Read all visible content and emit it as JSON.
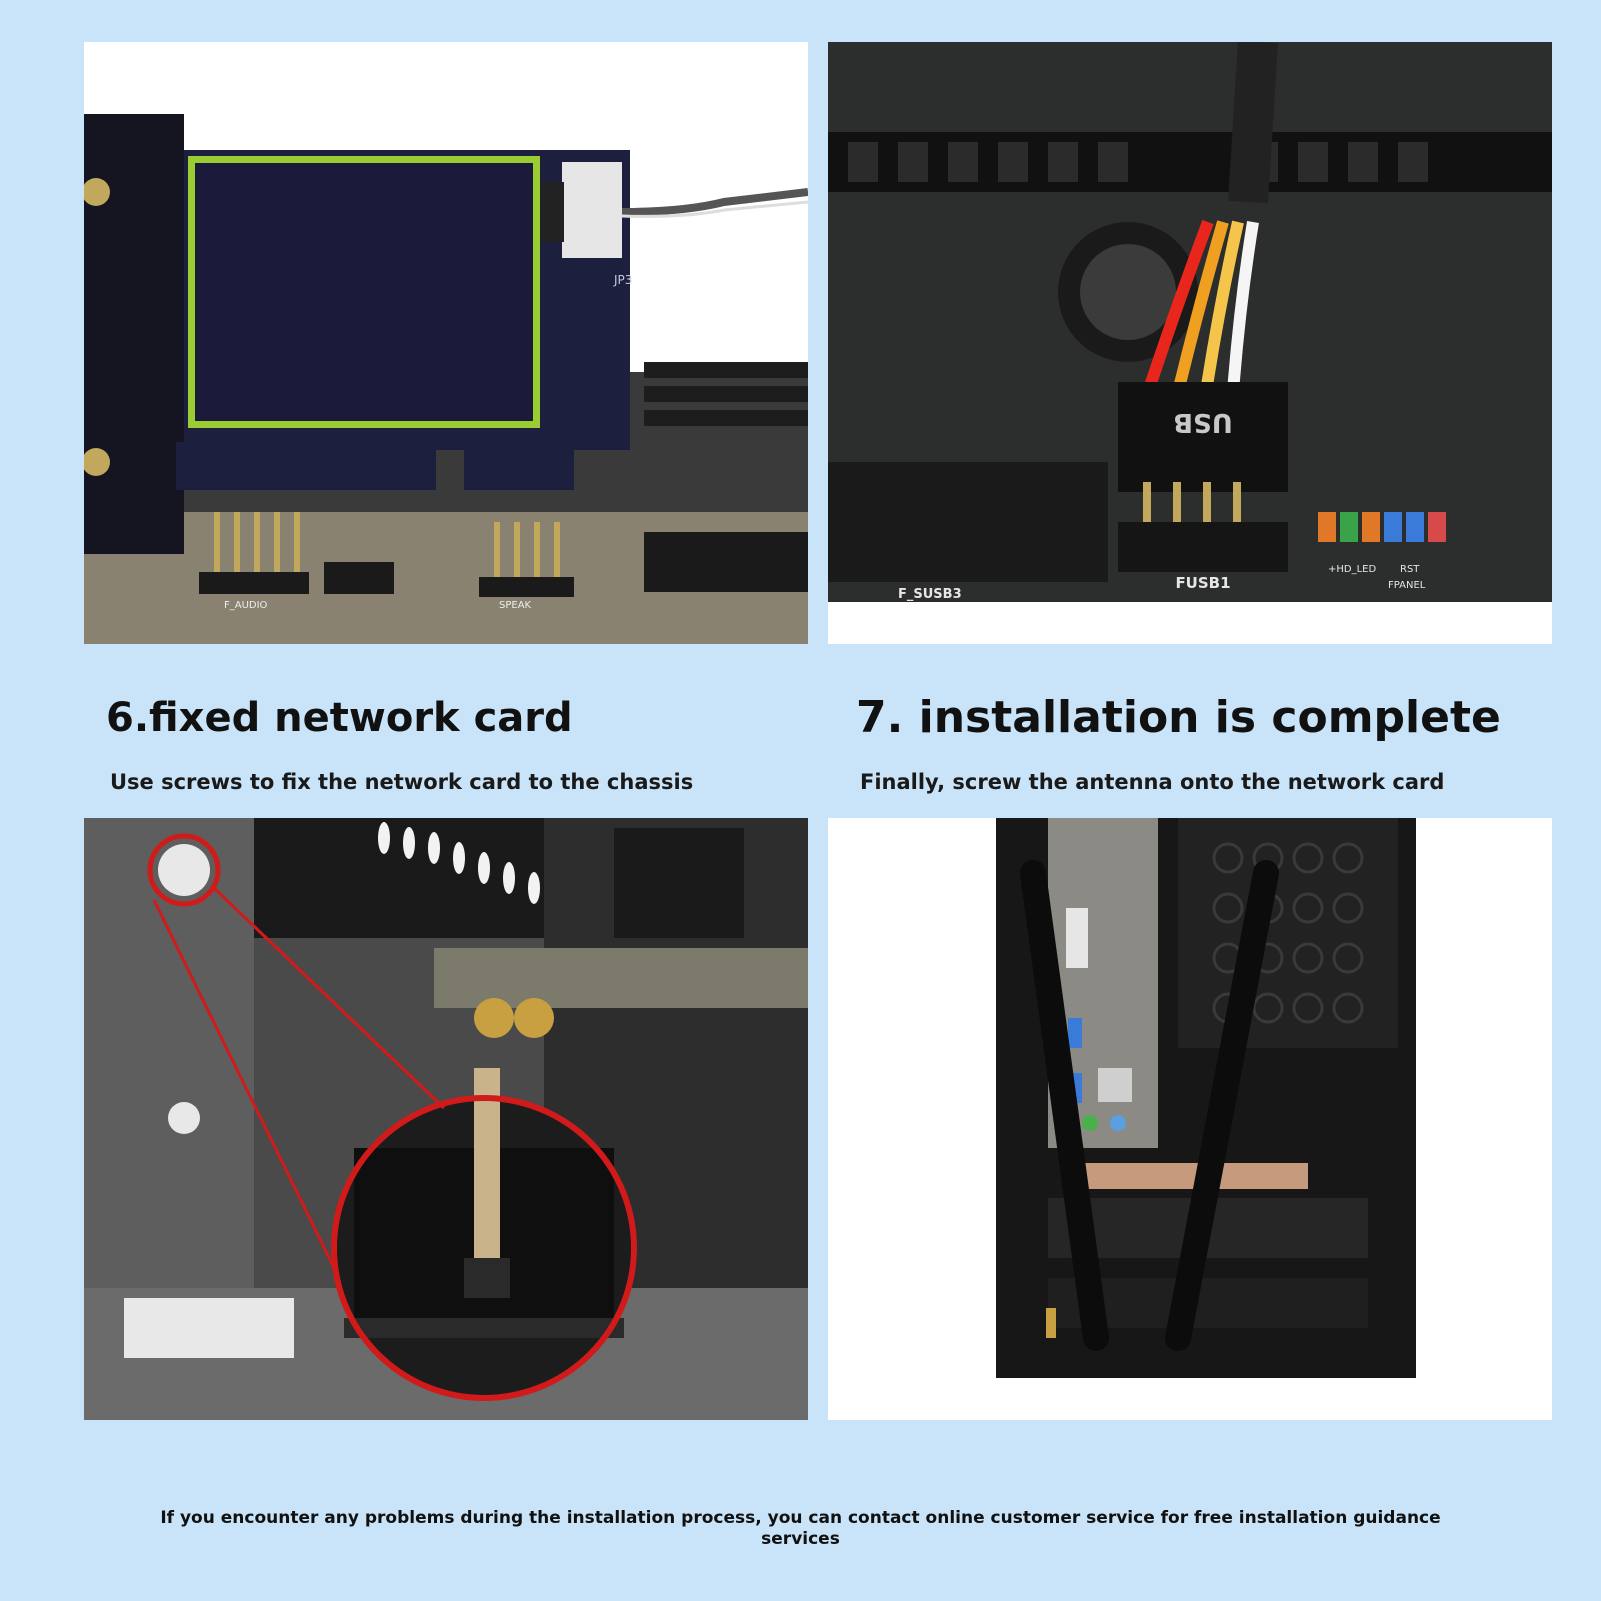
{
  "sections": [
    {
      "title": "6.fixed network card",
      "subtitle": "Use screws to fix the network card to the chassis"
    },
    {
      "title": "7. installation is complete",
      "subtitle": "Finally, screw the antenna onto the network card"
    }
  ],
  "footer": {
    "note": "If you encounter any problems during the installation process, you can contact online customer service for free installation guidance services"
  },
  "photo_labels": {
    "usb": "USB",
    "fusb1": "FUSB1",
    "f_susb3": "F_SUSB3",
    "hd_led": "+HD_LED",
    "rst": "RST",
    "fpanel": "FPANEL",
    "jp3": "JP3",
    "f_audio": "F_AUDIO",
    "speak": "SPEAK"
  },
  "colors": {
    "background": "#c9e4f8",
    "highlight_circle": "#d11a1a",
    "card_border": "#9acd32"
  }
}
